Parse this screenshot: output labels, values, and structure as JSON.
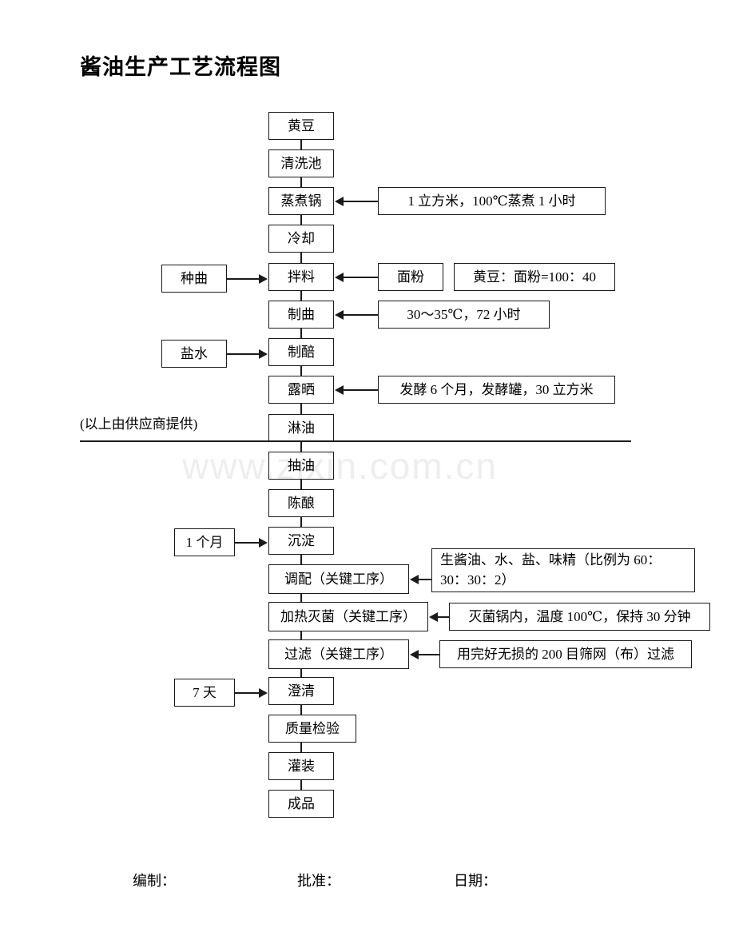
{
  "document": {
    "title": "酱油生产工艺流程图",
    "watermark": "www.zixin.com.cn",
    "supplier_note": "(以上由供应商提供)"
  },
  "flow": {
    "steps": [
      {
        "id": "soybean",
        "label": "黄豆"
      },
      {
        "id": "wash-tank",
        "label": "清洗池"
      },
      {
        "id": "steam-pot",
        "label": "蒸煮锅"
      },
      {
        "id": "cooling",
        "label": "冷却"
      },
      {
        "id": "mixing",
        "label": "拌料"
      },
      {
        "id": "koji-making",
        "label": "制曲"
      },
      {
        "id": "mash-making",
        "label": "制醅"
      },
      {
        "id": "sun-drying",
        "label": "露晒"
      },
      {
        "id": "oil-leaching",
        "label": "淋油"
      },
      {
        "id": "oil-drawing",
        "label": "抽油"
      },
      {
        "id": "aging",
        "label": "陈酿"
      },
      {
        "id": "settling",
        "label": "沉淀"
      },
      {
        "id": "blending",
        "label": "调配（关键工序）"
      },
      {
        "id": "sterilizing",
        "label": "加热灭菌（关键工序）"
      },
      {
        "id": "filtering",
        "label": "过滤（关键工序）"
      },
      {
        "id": "clarifying",
        "label": "澄清"
      },
      {
        "id": "qc",
        "label": "质量检验"
      },
      {
        "id": "filling",
        "label": "灌装"
      },
      {
        "id": "finished",
        "label": "成品"
      }
    ]
  },
  "inputs": {
    "seed_koji": "种曲",
    "flour": "面粉",
    "brine": "盐水",
    "one_month": "1 个月",
    "seven_days": "7 天"
  },
  "notes": {
    "steam": "1 立方米，100℃蒸煮 1 小时",
    "ratio": "黄豆：面粉=100：40",
    "koji": "30～35℃，72 小时",
    "ferment": "发酵 6 个月，发酵罐，30 立方米",
    "blend": "生酱油、水、盐、味精（比例为 60：30：30：2）",
    "sterilize": "灭菌锅内，温度 100℃，保持 30 分钟",
    "filter": "用完好无损的 200 目筛网（布）过滤"
  },
  "footer": {
    "prepared_by": "编制：",
    "approved_by": "批准：",
    "date": "日期："
  }
}
